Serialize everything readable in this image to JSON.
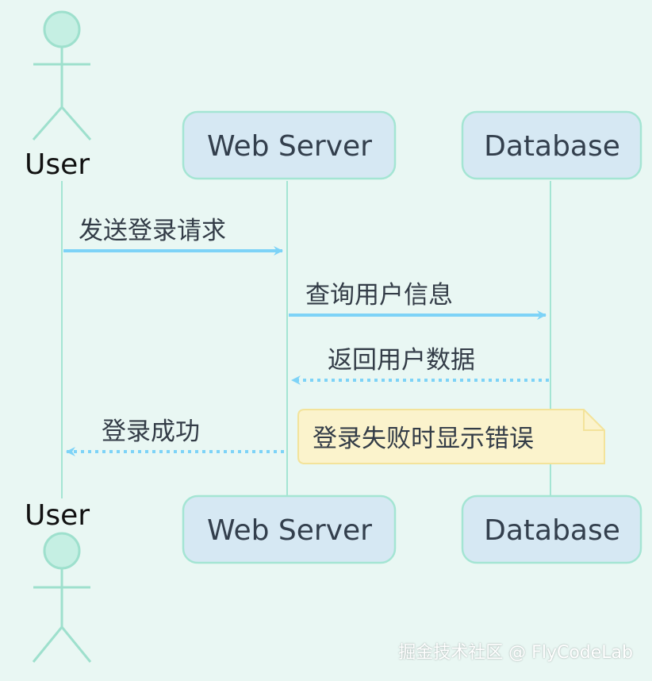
{
  "participants": {
    "user": "User",
    "web_server": "Web Server",
    "database": "Database"
  },
  "messages": [
    {
      "text": "发送登录请求",
      "from": "user",
      "to": "web_server",
      "style": "solid"
    },
    {
      "text": "查询用户信息",
      "from": "web_server",
      "to": "database",
      "style": "solid"
    },
    {
      "text": "返回用户数据",
      "from": "database",
      "to": "web_server",
      "style": "dotted"
    },
    {
      "text": "登录成功",
      "from": "web_server",
      "to": "user",
      "style": "dotted"
    }
  ],
  "note": {
    "text": "登录失败时显示错误"
  },
  "watermark": "掘金技术社区 @ FlyCodeLab",
  "colors": {
    "background": "#e9f7f3",
    "box_fill": "#d6e8f3",
    "box_stroke": "#a4e5d3",
    "lifeline": "#a4e5d3",
    "arrow": "#7dd3f7",
    "note_fill": "#fbf3cc",
    "note_stroke": "#f3e39a",
    "actor_fill": "#c5efe3",
    "actor_stroke": "#9ee0cd"
  }
}
